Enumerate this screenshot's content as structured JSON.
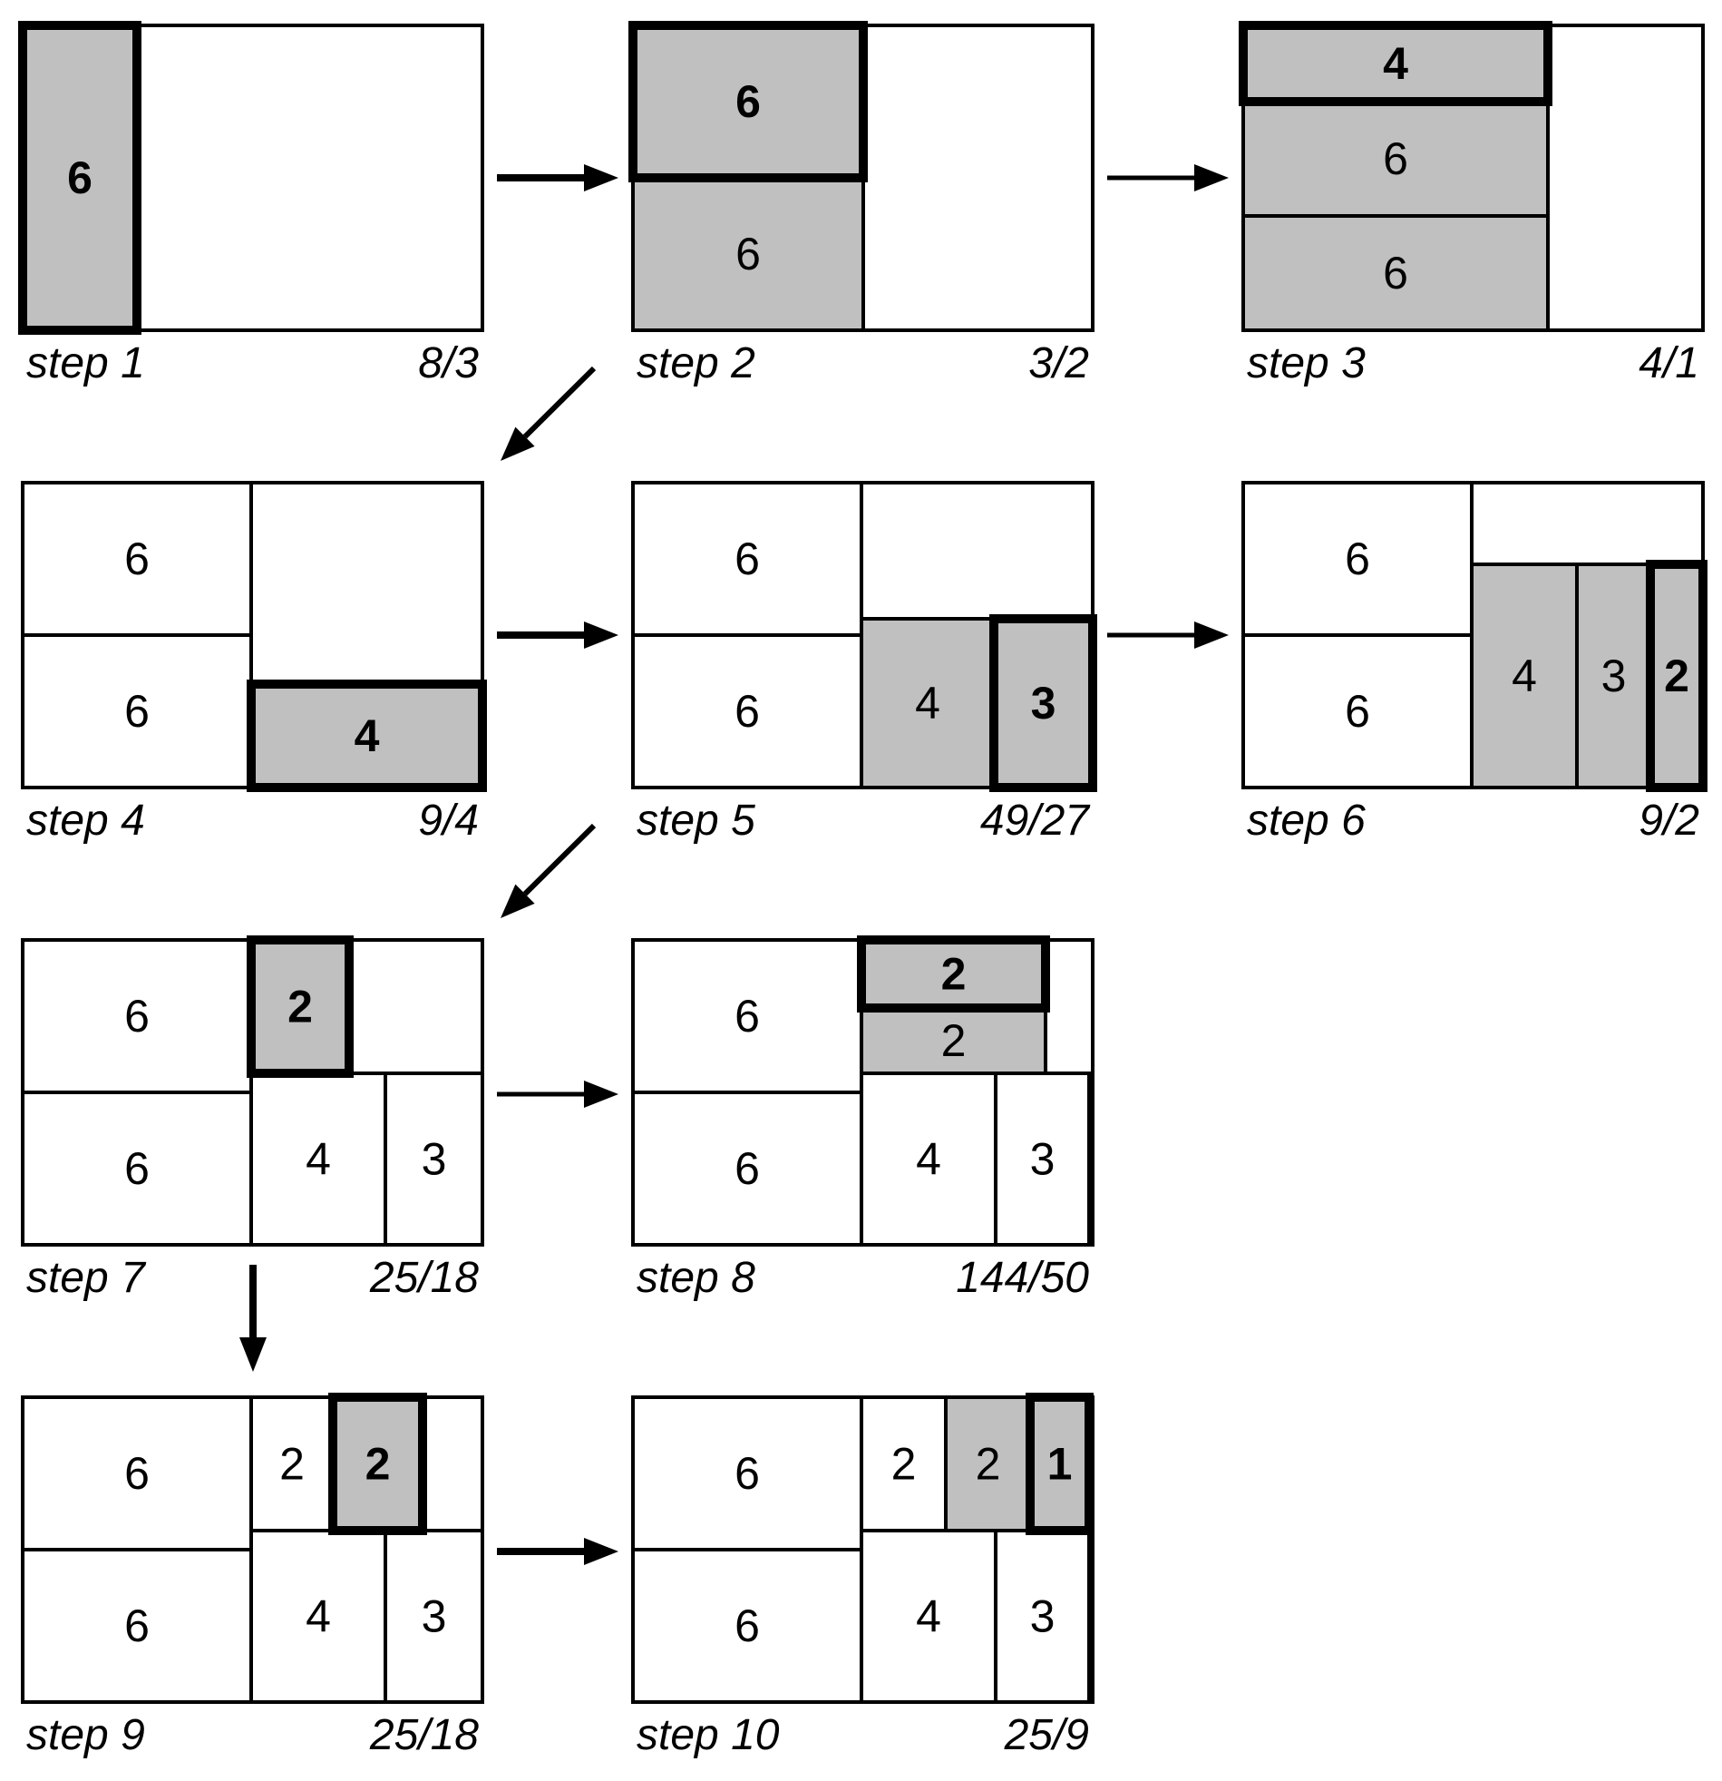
{
  "panels": [
    {
      "step_label": "step 1",
      "ratio": "8/3",
      "cells": [
        {
          "label": "6",
          "shaded": true,
          "current": true
        }
      ]
    },
    {
      "step_label": "step 2",
      "ratio": "3/2",
      "cells": [
        {
          "label": "6",
          "shaded": true,
          "current": true
        },
        {
          "label": "6",
          "shaded": true,
          "current": false
        }
      ]
    },
    {
      "step_label": "step 3",
      "ratio": "4/1",
      "cells": [
        {
          "label": "4",
          "shaded": true,
          "current": true
        },
        {
          "label": "6",
          "shaded": true,
          "current": false
        },
        {
          "label": "6",
          "shaded": true,
          "current": false
        }
      ]
    },
    {
      "step_label": "step 4",
      "ratio": "9/4",
      "cells": [
        {
          "label": "6",
          "shaded": false,
          "current": false
        },
        {
          "label": "6",
          "shaded": false,
          "current": false
        },
        {
          "label": "4",
          "shaded": true,
          "current": true
        }
      ]
    },
    {
      "step_label": "step 5",
      "ratio": "49/27",
      "cells": [
        {
          "label": "6",
          "shaded": false,
          "current": false
        },
        {
          "label": "6",
          "shaded": false,
          "current": false
        },
        {
          "label": "4",
          "shaded": true,
          "current": false
        },
        {
          "label": "3",
          "shaded": true,
          "current": true
        }
      ]
    },
    {
      "step_label": "step 6",
      "ratio": "9/2",
      "cells": [
        {
          "label": "6",
          "shaded": false,
          "current": false
        },
        {
          "label": "6",
          "shaded": false,
          "current": false
        },
        {
          "label": "4",
          "shaded": true,
          "current": false
        },
        {
          "label": "3",
          "shaded": true,
          "current": false
        },
        {
          "label": "2",
          "shaded": true,
          "current": true
        }
      ]
    },
    {
      "step_label": "step 7",
      "ratio": "25/18",
      "cells": [
        {
          "label": "6",
          "shaded": false,
          "current": false
        },
        {
          "label": "6",
          "shaded": false,
          "current": false
        },
        {
          "label": "2",
          "shaded": true,
          "current": true
        },
        {
          "label": "4",
          "shaded": false,
          "current": false
        },
        {
          "label": "3",
          "shaded": false,
          "current": false
        }
      ]
    },
    {
      "step_label": "step 8",
      "ratio": "144/50",
      "cells": [
        {
          "label": "6",
          "shaded": false,
          "current": false
        },
        {
          "label": "6",
          "shaded": false,
          "current": false
        },
        {
          "label": "2",
          "shaded": true,
          "current": true
        },
        {
          "label": "2",
          "shaded": true,
          "current": false
        },
        {
          "label": "4",
          "shaded": false,
          "current": false
        },
        {
          "label": "3",
          "shaded": false,
          "current": false
        }
      ]
    },
    {
      "step_label": "step 9",
      "ratio": "25/18",
      "cells": [
        {
          "label": "6",
          "shaded": false,
          "current": false
        },
        {
          "label": "6",
          "shaded": false,
          "current": false
        },
        {
          "label": "2",
          "shaded": false,
          "current": false
        },
        {
          "label": "2",
          "shaded": true,
          "current": true
        },
        {
          "label": "4",
          "shaded": false,
          "current": false
        },
        {
          "label": "3",
          "shaded": false,
          "current": false
        }
      ]
    },
    {
      "step_label": "step 10",
      "ratio": "25/9",
      "cells": [
        {
          "label": "6",
          "shaded": false,
          "current": false
        },
        {
          "label": "6",
          "shaded": false,
          "current": false
        },
        {
          "label": "2",
          "shaded": false,
          "current": false
        },
        {
          "label": "2",
          "shaded": true,
          "current": false
        },
        {
          "label": "1",
          "shaded": true,
          "current": true
        },
        {
          "label": "4",
          "shaded": false,
          "current": false
        },
        {
          "label": "3",
          "shaded": false,
          "current": false
        }
      ]
    }
  ]
}
